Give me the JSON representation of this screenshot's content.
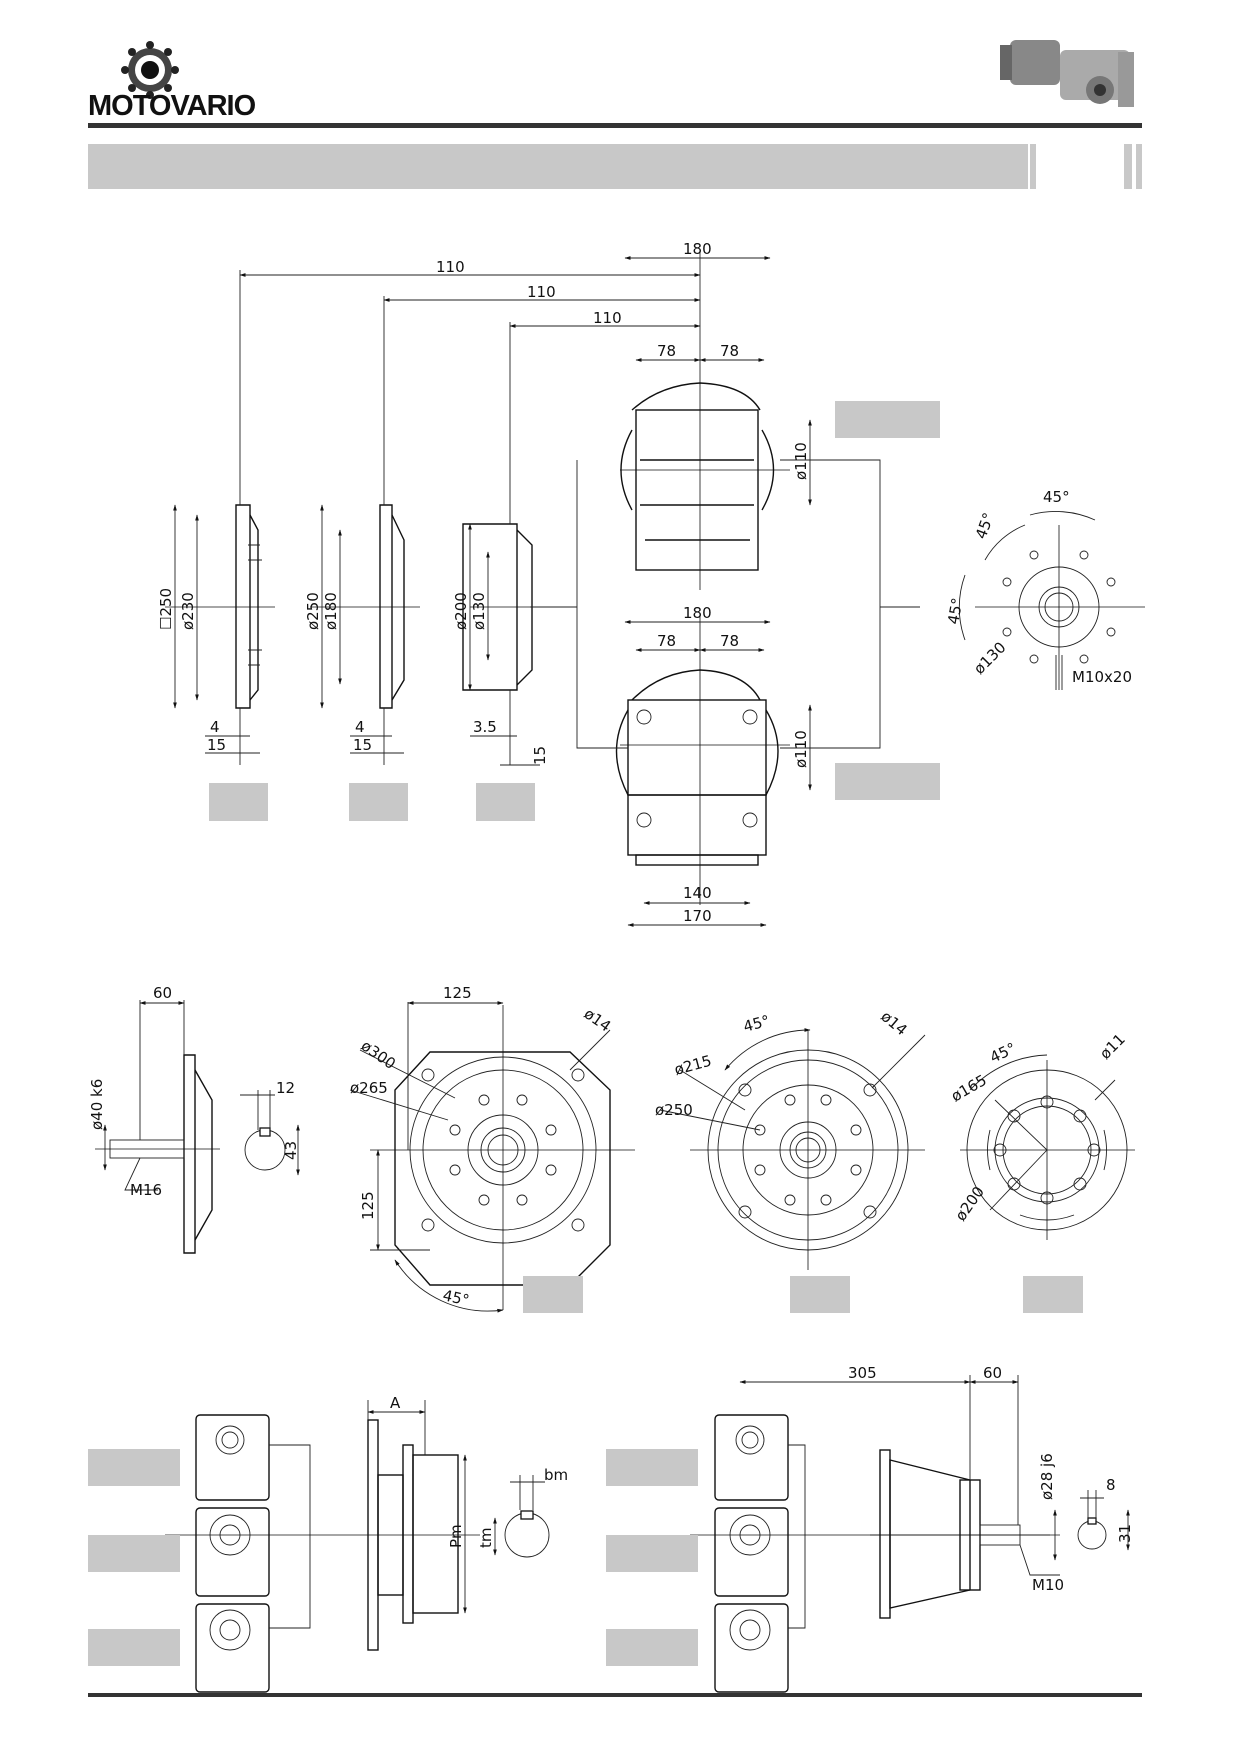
{
  "brand": {
    "name": "MOTOVARIO"
  },
  "dims": {
    "d180a": "180",
    "d110a": "110",
    "d110b": "110",
    "d110c": "110",
    "d78a": "78",
    "d78b": "78",
    "d78c": "78",
    "d78d": "78",
    "d180b": "180",
    "d140": "140",
    "d170": "170",
    "dia110a": "ø110",
    "dia110b": "ø110",
    "sq250": "☐250",
    "dia230": "ø230",
    "dia250a": "ø250",
    "dia180": "ø180",
    "dia200a": "ø200",
    "dia130a": "ø130",
    "d4a": "4",
    "d15a": "15",
    "d4b": "4",
    "d15b": "15",
    "d35": "3.5",
    "d15c": "15",
    "ang45a": "45°",
    "ang45b": "45°",
    "ang45c": "45°",
    "dia130b": "ø130",
    "m10x20": "M10x20",
    "d60a": "60",
    "dia40": "ø40 k6",
    "m16": "M16",
    "d12": "12",
    "d43": "43",
    "d125a": "125",
    "d125b": "125",
    "dia300": "ø300",
    "dia265": "ø265",
    "dia14a": "ø14",
    "ang45d": "45°",
    "ang45e": "45°",
    "dia14b": "ø14",
    "dia215": "ø215",
    "dia250b": "ø250",
    "ang45f": "45°",
    "dia11": "ø11",
    "dia165": "ø165",
    "dia200b": "ø200",
    "dimA": "A",
    "bm": "bm",
    "tm": "tm",
    "pm": "Pm",
    "d305": "305",
    "d60b": "60",
    "dia28": "ø28 j6",
    "d8": "8",
    "d31": "31",
    "m10": "M10"
  }
}
